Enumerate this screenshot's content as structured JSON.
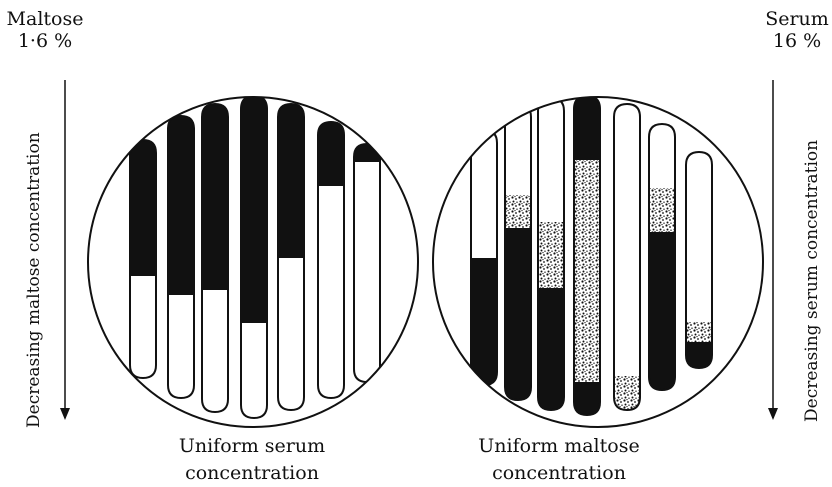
{
  "left_panel": {
    "corner_name": "Maltose",
    "corner_value": "1·6 %",
    "axis_label": "Decreasing maltose concentration",
    "caption_line1": "Uniform serum",
    "caption_line2": "concentration"
  },
  "right_panel": {
    "corner_name": "Serum",
    "corner_value": "16 %",
    "axis_label": "Decreasing serum concentration",
    "caption_line1": "Uniform maltose",
    "caption_line2": "concentration"
  },
  "colors": {
    "ink": "#111111",
    "background": "#ffffff",
    "stipple": "#111111"
  }
}
